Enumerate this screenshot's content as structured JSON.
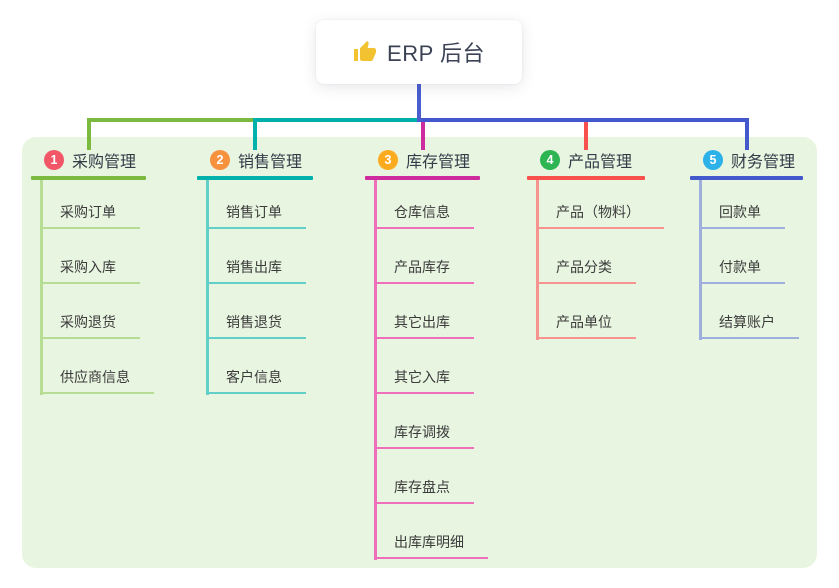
{
  "root": {
    "title": "ERP 后台",
    "icon": "thumbs-up-icon"
  },
  "colors": {
    "panel_bg": "#e8f5e1",
    "connector_blue": "#4a5ed0",
    "root_text": "#3b4254",
    "title_text": "#333b48",
    "leaf_text": "#3b3b3b",
    "thumb_yellow": "#f2c230"
  },
  "branches": [
    {
      "badge": "1",
      "title": "采购管理",
      "badge_color": "#f25767",
      "line_color": "#7cb93f",
      "leaf_line_color": "#b7dd94",
      "items": [
        "采购订单",
        "采购入库",
        "采购退货",
        "供应商信息"
      ]
    },
    {
      "badge": "2",
      "title": "销售管理",
      "badge_color": "#f6913e",
      "line_color": "#00b0ab",
      "leaf_line_color": "#62cfc8",
      "items": [
        "销售订单",
        "销售出库",
        "销售退货",
        "客户信息"
      ]
    },
    {
      "badge": "3",
      "title": "库存管理",
      "badge_color": "#fbab1d",
      "line_color": "#ce2b9e",
      "leaf_line_color": "#f06fba",
      "items": [
        "仓库信息",
        "产品库存",
        "其它出库",
        "其它入库",
        "库存调拨",
        "库存盘点",
        "出库库明细"
      ]
    },
    {
      "badge": "4",
      "title": "产品管理",
      "badge_color": "#2eb553",
      "line_color": "#f8514d",
      "leaf_line_color": "#f9938f",
      "items": [
        "产品（物料）",
        "产品分类",
        "产品单位"
      ]
    },
    {
      "badge": "5",
      "title": "财务管理",
      "badge_color": "#2cb1e9",
      "line_color": "#4458cd",
      "leaf_line_color": "#9fafdd",
      "items": [
        "回款单",
        "付款单",
        "结算账户"
      ]
    }
  ]
}
